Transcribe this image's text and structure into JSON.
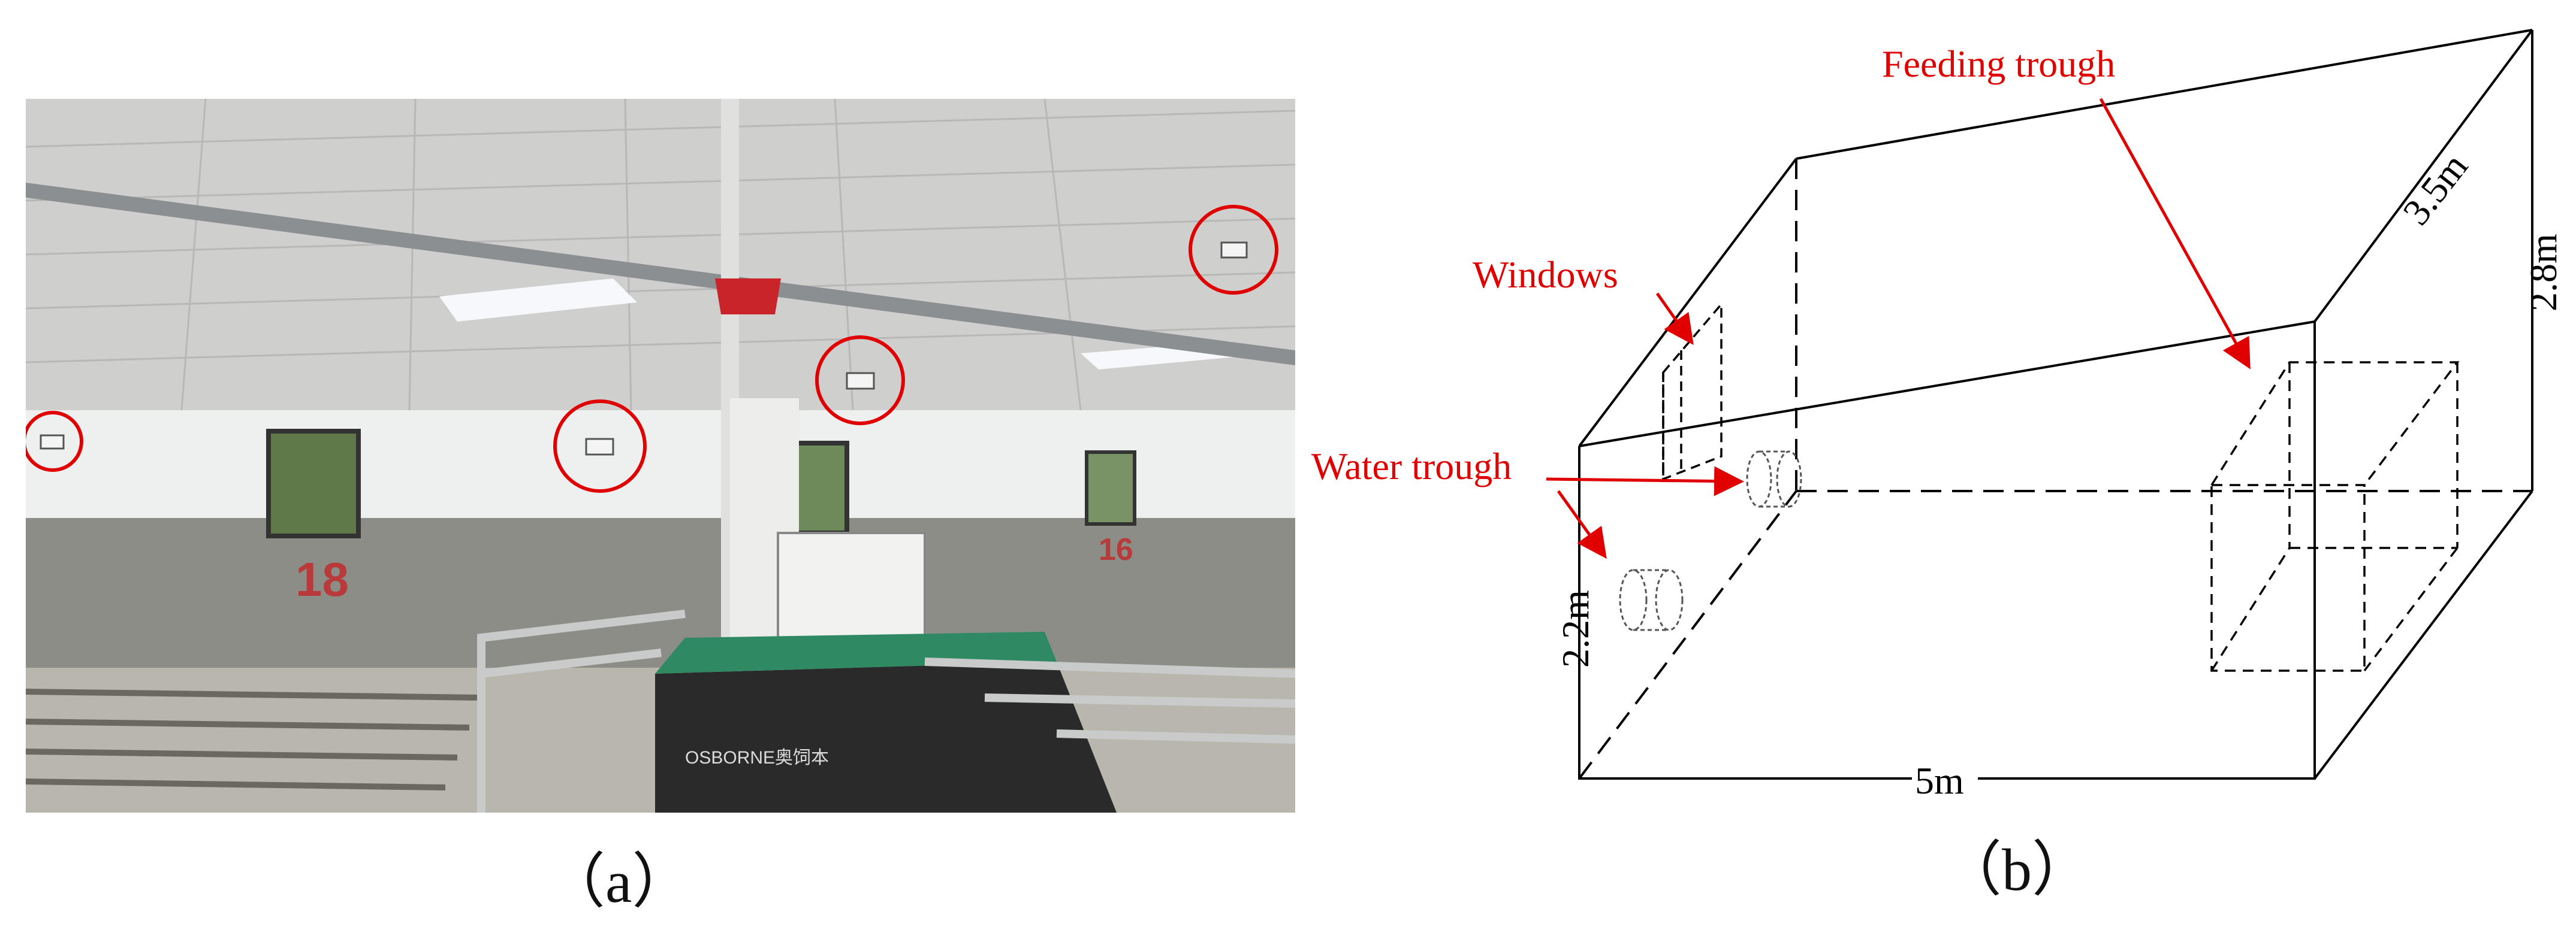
{
  "panel_a": {
    "caption": "（a）",
    "pen_numbers": [
      "18",
      "16"
    ],
    "feeder_brand": "OSBORNE奥饲本",
    "camera_markers": [
      "camera-1",
      "camera-2",
      "camera-3",
      "camera-4"
    ]
  },
  "panel_b": {
    "caption": "（b）",
    "labels": {
      "feeding_trough": "Feeding trough",
      "windows": "Windows",
      "water_trough": "Water trough"
    },
    "dimensions": {
      "depth": "3.5m",
      "height_back": "2.8m",
      "height_front": "2.2m",
      "length": "5m"
    }
  },
  "colors": {
    "annotation": "#e00000",
    "line": "#000000"
  }
}
